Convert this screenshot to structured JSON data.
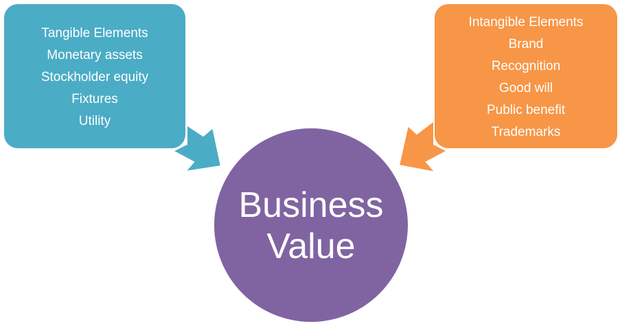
{
  "diagram": {
    "title": "Business Value",
    "center": {
      "lines": [
        "Business",
        "Value"
      ],
      "color": "#8064a2"
    },
    "left_box": {
      "color": "#4bacc6",
      "lines": [
        "Tangible Elements",
        "Monetary assets",
        "Stockholder equity",
        "Fixtures",
        "Utility"
      ]
    },
    "right_box": {
      "color": "#f79646",
      "lines": [
        "Intangible Elements",
        "Brand",
        "Recognition",
        "Good will",
        "Public benefit",
        "Trademarks"
      ]
    },
    "arrows": [
      {
        "from": "left_box",
        "to": "center",
        "color": "#4bacc6"
      },
      {
        "from": "right_box",
        "to": "center",
        "color": "#f79646"
      }
    ]
  }
}
